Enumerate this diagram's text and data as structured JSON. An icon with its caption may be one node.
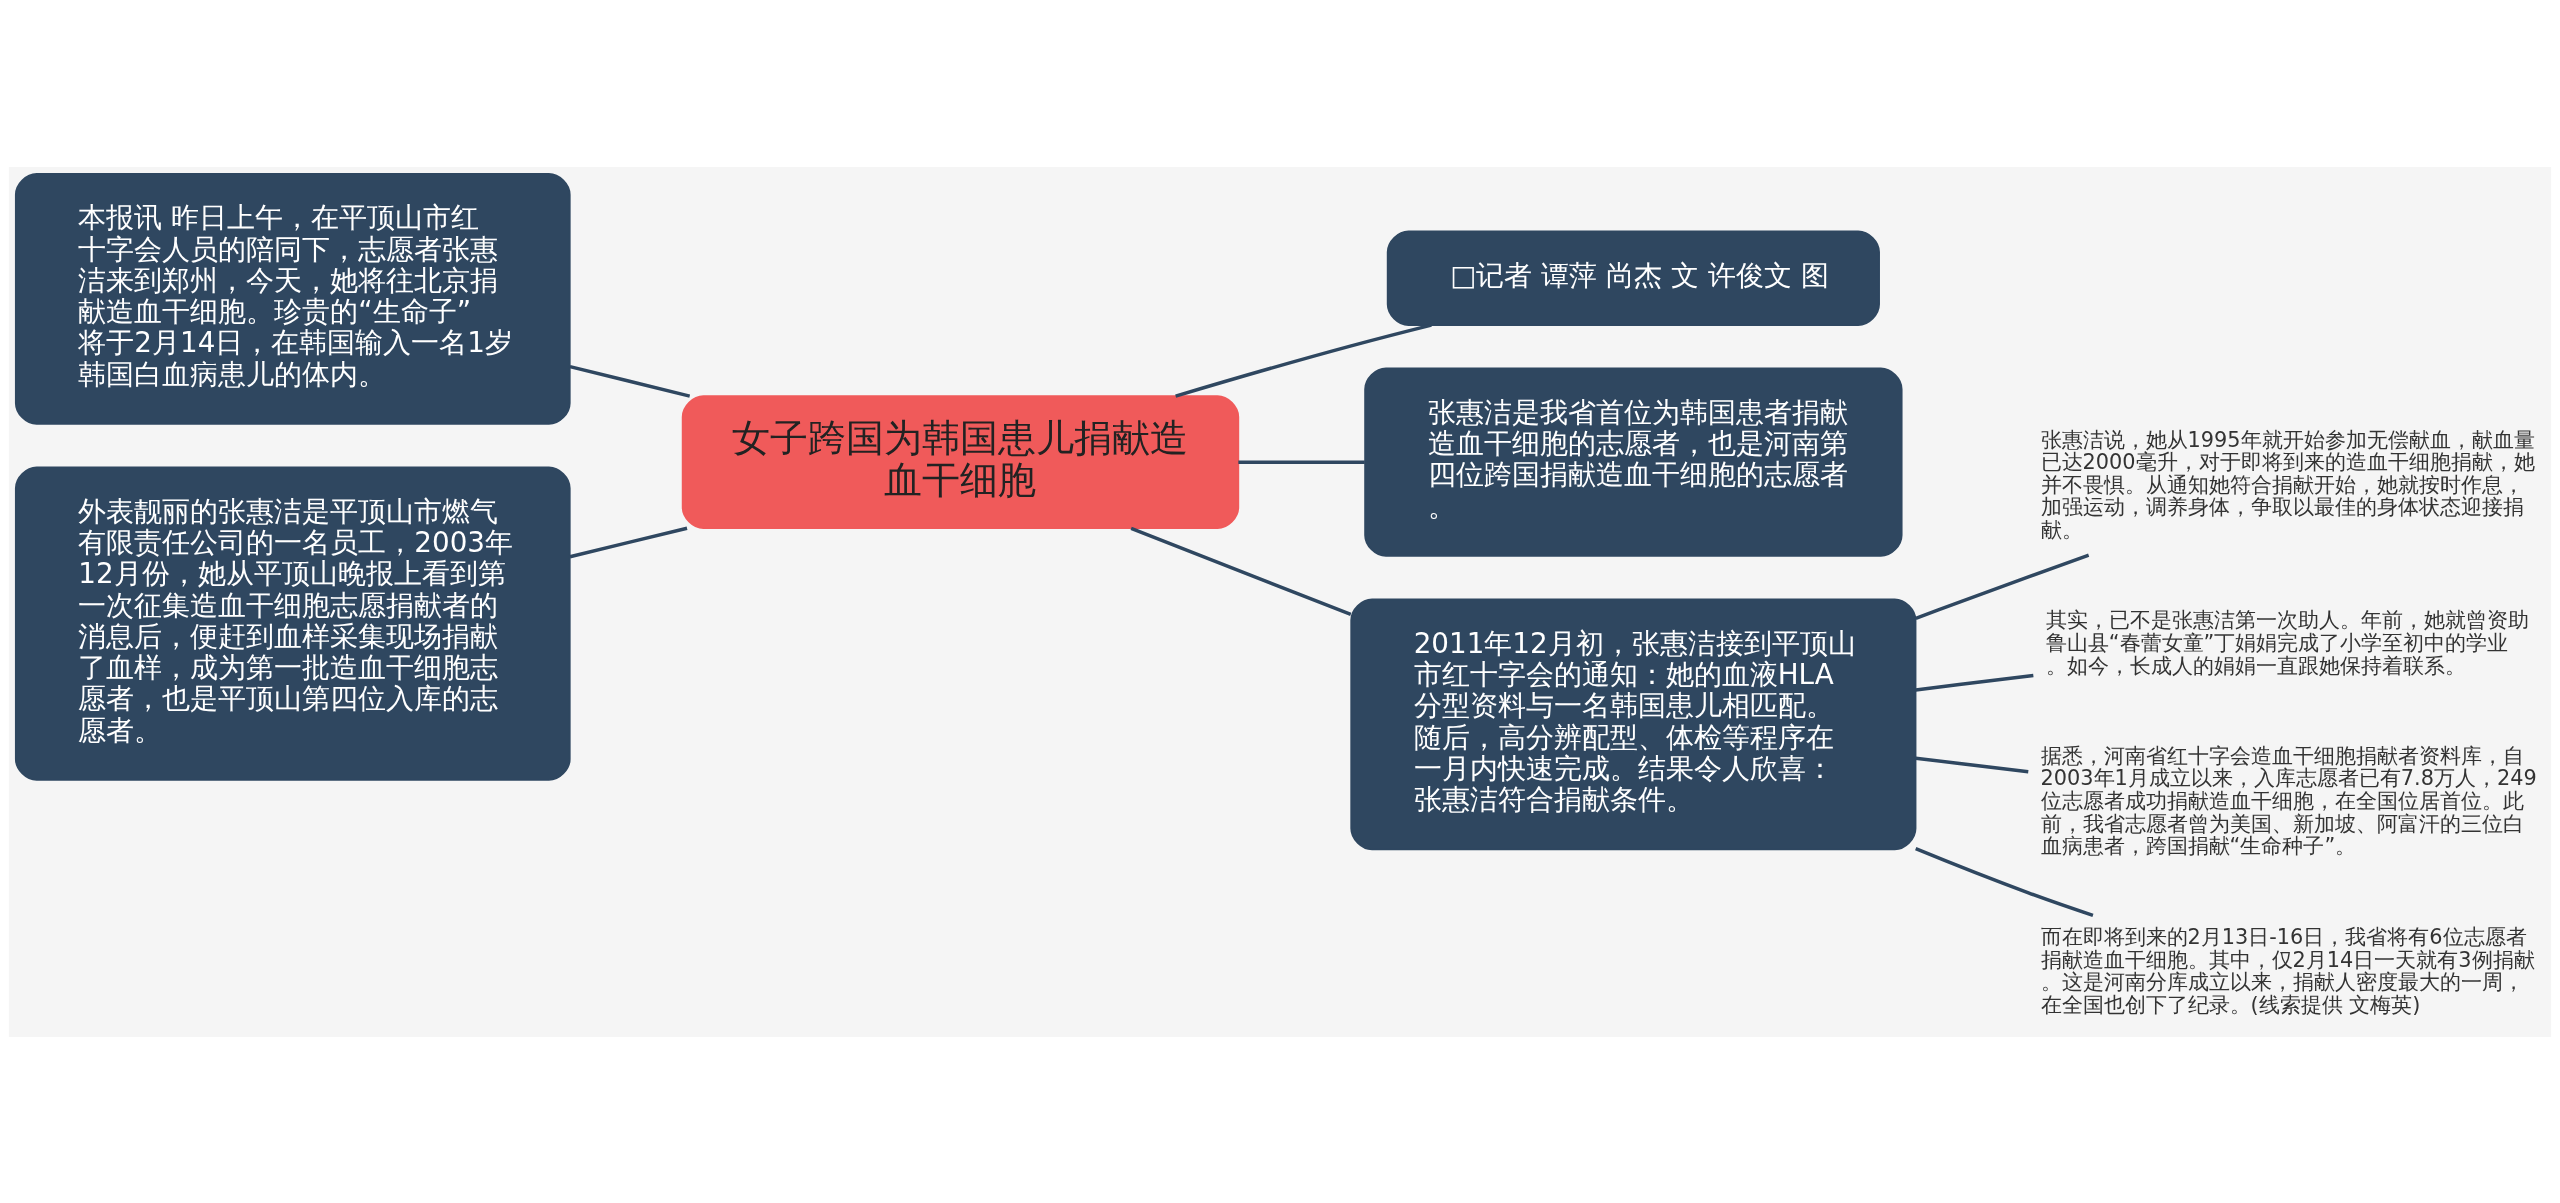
{
  "diagram": {
    "nodes": [
      {
        "text": [
          "女子跨国为韩国患儿捐献造血干细胞"
        ]
      },
      {
        "text": [
          "□记者 谭萍 尚杰 文 许俊文 图"
        ]
      },
      {
        "text": [
          "张惠洁是我省首位为韩国患者捐献造血干细胞的志愿者，也是河南第四位跨国捐献造血干细胞的志愿者。"
        ]
      },
      {
        "text": [
          "本报讯 昨日上午，在平顶山市红十字会人员的陪同下，志愿者张惠洁来到郑州，今天，她将往北京捐献造血干细胞。珍贵的“生命子”将于2月14日，在韩国输入一名1岁韩国白血病患儿的体内。"
        ]
      },
      {
        "text": [
          "外表靓丽的张惠洁是平顶山市燃气有限责任公司的一名员工，2003年12月份，她从平顶山晚报上看到第一次征集造血干细胞志愿捐献者的消息后，便赶到血样采集现场捐献了血样，成为第一批造血干细胞志愿者，也是平顶山第四位入库的志愿者。"
        ]
      },
      {
        "text": [
          "2011年12月初，张惠洁接到平顶山市红十字会的通知：她的血液HLA分型资料与一名韩国患儿相匹配。随后，高分辨配型、体检等程序在一月内快速完成。结果令人欣喜：张惠洁符合捐献条件。"
        ]
      },
      {
        "text": [
          "张惠洁说，她从1995年就开始参加无偿献血，献血量已达2000毫升，对于即将到来的造血干细胞捐献，她并不畏惧。从通知她符合捐献开始，她就按时作息，加强运动，调养身体，争取以最佳的身体状态迎接捐献。"
        ]
      },
      {
        "text": [
          "其实，已不是张惠洁第一次助人。年前，她就曾资助鲁山县“春蕾女童”丁娟娟完成了小学至初中的学业。如今，长成人的娟娟一直跟她保持着联系。"
        ]
      },
      {
        "text": [
          "据悉，河南省红十字会造血干细胞捐献者资料库，自2003年1月成立以来，入库志愿者已有7.8万人，249位志愿者成功捐献造血干细胞，在全国位居首位。此前，我省志愿者曾为美国、新加坡、阿富汗的三位白血病患者，跨国捐献“生命种子”。"
        ]
      },
      {
        "text": [
          "而在即将到来的2月13日-16日，我省将有6位志愿者捐献造血干细胞。其中，仅2月14日一天就有3例捐献。这是河南分库成立以来，捐献人密度最大的一周，在全国也创下了纪录。(线索提供 文梅英)"
        ]
      }
    ],
    "edges": [
      {
        "from": 0,
        "to": 1,
        "arrow": "none"
      },
      {
        "from": 0,
        "to": 2,
        "arrow": "none"
      },
      {
        "from": 0,
        "to": 3,
        "arrow": "none"
      },
      {
        "from": 0,
        "to": 4,
        "arrow": "none"
      },
      {
        "from": 0,
        "to": 5,
        "arrow": "none"
      },
      {
        "from": 5,
        "to": 6,
        "arrow": "none"
      },
      {
        "from": 5,
        "to": 7,
        "arrow": "none"
      },
      {
        "from": 5,
        "to": 8,
        "arrow": "none"
      },
      {
        "from": 5,
        "to": 9,
        "arrow": "none"
      }
    ]
  }
}
